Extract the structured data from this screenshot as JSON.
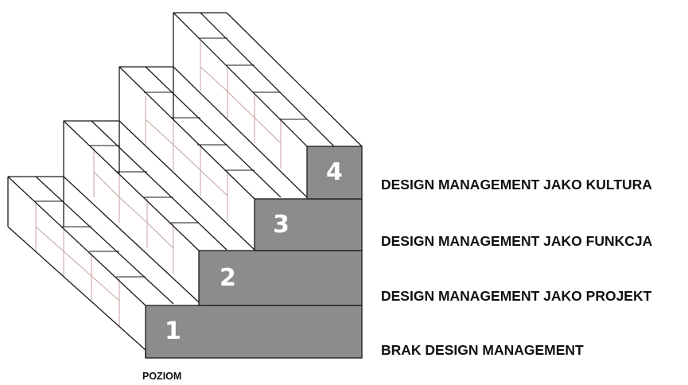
{
  "steps": [
    {
      "number": "1",
      "label": "BRAK DESIGN MANAGEMENT"
    },
    {
      "number": "2",
      "label": "DESIGN MANAGEMENT JAKO PROJEKT"
    },
    {
      "number": "3",
      "label": "DESIGN MANAGEMENT JAKO FUNKCJA"
    },
    {
      "number": "4",
      "label": "DESIGN MANAGEMENT JAKO KULTURA"
    }
  ],
  "axis_caption": "POZIOM",
  "colors": {
    "riser_fill": "#8c8c8c",
    "outline": "#1a1a1a",
    "brick_line": "#c8a0a0",
    "background": "#ffffff"
  }
}
